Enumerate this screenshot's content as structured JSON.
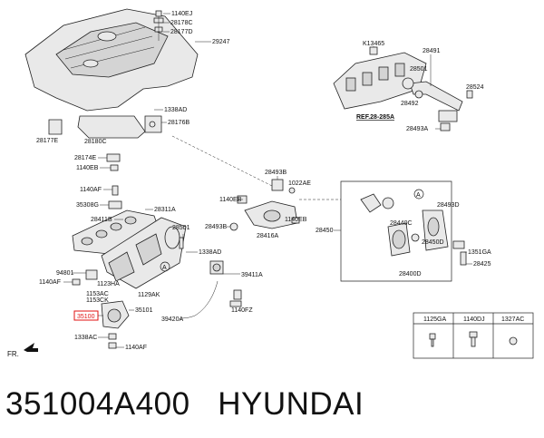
{
  "callouts": {
    "c1140EJ": "1140EJ",
    "c28178C": "28178C",
    "c28177D": "28177D",
    "c29247": "29247",
    "c1338AD_a": "1338AD",
    "c28176B": "28176B",
    "c28177E": "28177E",
    "c28180C": "28180C",
    "c28174E": "28174E",
    "c1140EB_a": "1140EB",
    "c1140AF_a": "1140AF",
    "c35308G": "35308G",
    "c28311A": "28311A",
    "c28411B": "28411B",
    "c28501_a": "28501",
    "c1338AD_b": "1338AD",
    "c94801": "94801",
    "c1140AF_b": "1140AF",
    "c1123HA": "1123HA",
    "c1153AC": "1153AC",
    "c1153CK": "1153CK",
    "c1129AK": "1129AK",
    "c35100": "35100",
    "c35101": "35101",
    "c1338AC": "1338AC",
    "c1140AF_c": "1140AF",
    "c39411A": "39411A",
    "c39420A": "39420A",
    "c1140FZ": "1140FZ",
    "c28493B": "28493B",
    "c1022AE": "1022AE",
    "c1140EB_b": "1140EB",
    "c28493B_b": "28493B",
    "c28416A": "28416A",
    "c1140EB_c": "1140EB",
    "cK13465": "K13465",
    "c28491": "28491",
    "c28501_b": "28501",
    "c28524": "28524",
    "c28492": "28492",
    "cREF": "REF.28-285A",
    "c28493A": "28493A",
    "c28493D": "28493D",
    "c28450": "28450",
    "c28440C": "28440C",
    "c28450D": "28450D",
    "c1351GA": "1351GA",
    "c28425": "28425",
    "c28400D": "28400D",
    "circleA1": "A",
    "circleA2": "A"
  },
  "fastener_table": {
    "col1": "1125GA",
    "col2": "1140DJ",
    "col3": "1327AC"
  },
  "direction_label": "FR.",
  "caption": {
    "part_number": "351004A400",
    "brand": "HYUNDAI"
  }
}
